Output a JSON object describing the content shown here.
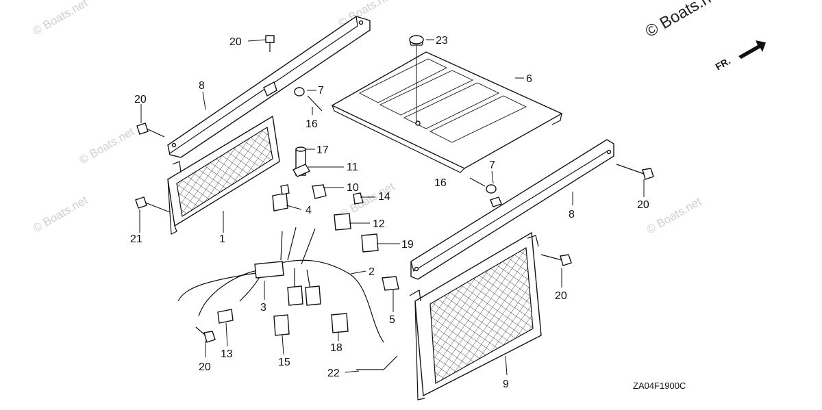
{
  "watermarks": {
    "top_left": "© Boats.net",
    "top_center": "© Boats.net",
    "top_right": "© Boats.net",
    "left": "© Boats.net",
    "center": "© Boats.net",
    "right": "© Boats.net",
    "bottom_left": "© Boats.net"
  },
  "direction_label": "FR.",
  "diagram_code": "ZA04F1900C",
  "callouts": {
    "c1": "1",
    "c2": "2",
    "c3": "3",
    "c4": "4",
    "c5": "5",
    "c6": "6",
    "c7a": "7",
    "c7b": "7",
    "c8a": "8",
    "c8b": "8",
    "c9": "9",
    "c10": "10",
    "c11": "11",
    "c12": "12",
    "c13": "13",
    "c14": "14",
    "c15": "15",
    "c16a": "16",
    "c16b": "16",
    "c17": "17",
    "c18": "18",
    "c19": "19",
    "c20a": "20",
    "c20b": "20",
    "c20c": "20",
    "c20d": "20",
    "c20e": "20",
    "c21": "21",
    "c22": "22",
    "c23": "23"
  }
}
